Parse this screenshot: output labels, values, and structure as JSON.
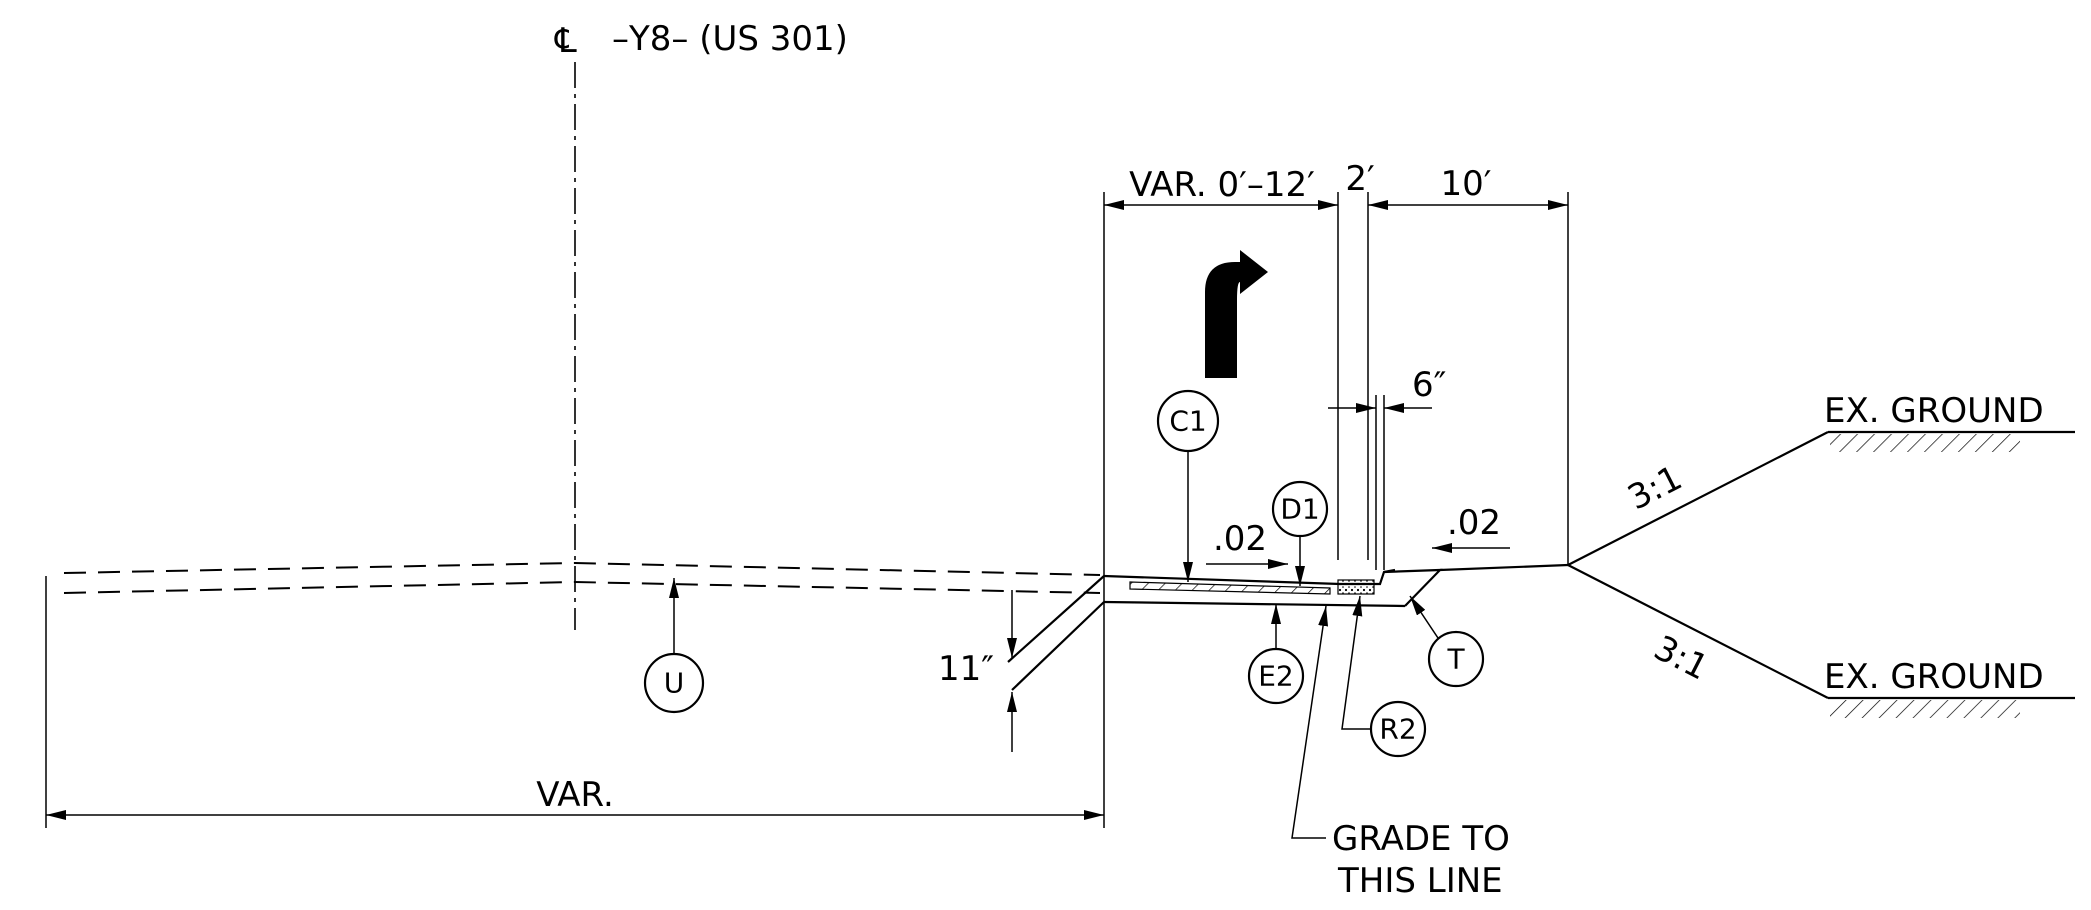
{
  "centerline": {
    "symbol": "℄",
    "label": "–Y8– (US 301)"
  },
  "dimensions": {
    "var_width": "VAR. 0′–12′",
    "two_ft": "2′",
    "ten_ft": "10′",
    "six_in": "6″",
    "eleven_in": "11″",
    "var_bottom": "VAR."
  },
  "slopes": {
    "cross_slope_left": ".02",
    "cross_slope_right": ".02",
    "fill_upper": "3:1",
    "fill_lower": "3:1"
  },
  "ground": {
    "upper": "EX. GROUND",
    "lower": "EX. GROUND"
  },
  "callouts": {
    "c1": "C1",
    "d1": "D1",
    "e2": "E2",
    "r2": "R2",
    "t": "T",
    "u": "U"
  },
  "notes": {
    "grade_line_1": "GRADE TO",
    "grade_line_2": "THIS LINE"
  },
  "icons": {
    "arrow": "turn-lane-arrow-icon"
  }
}
